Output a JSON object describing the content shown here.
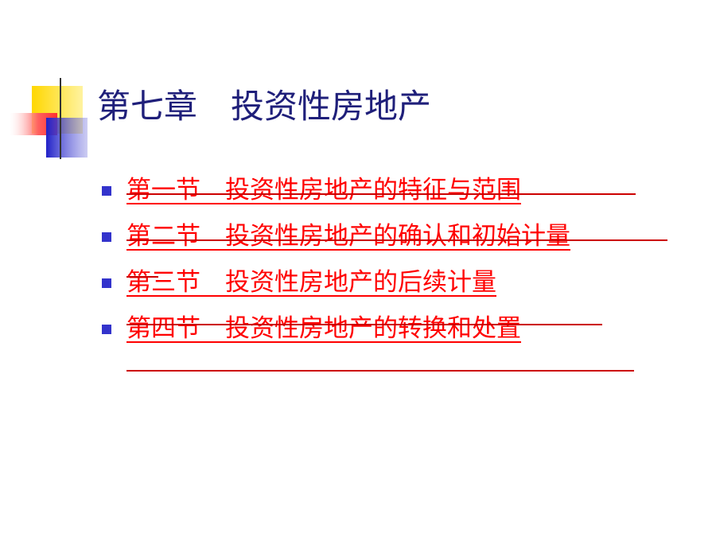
{
  "slide": {
    "title": "第七章　投资性房地产",
    "colors": {
      "title": "#1f1f7a",
      "link": "#ff0000",
      "bullet": "#3333cc",
      "accent_yellow": "#ffd700",
      "accent_red": "#ff4040",
      "accent_blue": "#2b2bd6"
    },
    "items": [
      {
        "label": "第一节　投资性房地产的特征与范围"
      },
      {
        "label": "第二节　投资性房地产的确认和初始计量"
      },
      {
        "label": "第三节　投资性房地产的后续计量"
      },
      {
        "label": "第四节　投资性房地产的转换和处置"
      }
    ]
  }
}
